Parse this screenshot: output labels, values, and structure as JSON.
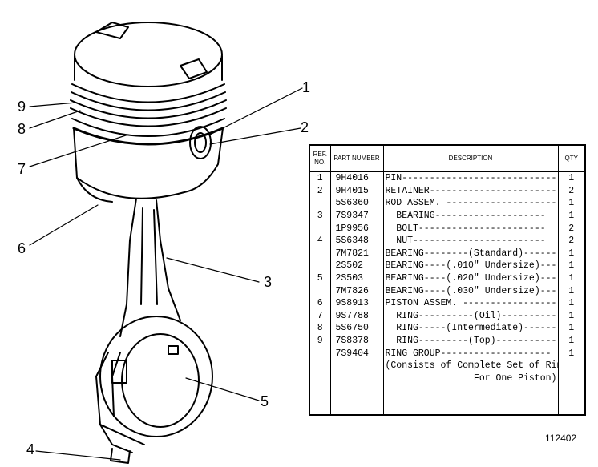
{
  "callouts": [
    "1",
    "2",
    "3",
    "4",
    "5",
    "6",
    "7",
    "8",
    "9"
  ],
  "table": {
    "headers": {
      "ref": "REF. NO.",
      "part": "PART NUMBER",
      "desc": "DESCRIPTION",
      "qty": "QTY"
    },
    "rows": [
      {
        "ref": "1",
        "part": "9H4016",
        "desc": "PIN-----------------------------",
        "qty": "1"
      },
      {
        "ref": "2",
        "part": "9H4015",
        "desc": "RETAINER------------------------",
        "qty": "2"
      },
      {
        "ref": "",
        "part": "5S6360",
        "desc": "ROD ASSEM. ---------------------",
        "qty": "1"
      },
      {
        "ref": "3",
        "part": "7S9347",
        "desc": "  BEARING--------------------",
        "qty": "1"
      },
      {
        "ref": "",
        "part": "1P9956",
        "desc": "  BOLT-----------------------",
        "qty": "2"
      },
      {
        "ref": "4",
        "part": "5S6348",
        "desc": "  NUT------------------------",
        "qty": "2"
      },
      {
        "ref": "",
        "part": "7M7821",
        "desc": "BEARING--------(Standard)-------",
        "qty": "1"
      },
      {
        "ref": "",
        "part": "2S502",
        "desc": "BEARING----(.010\" Undersize)----",
        "qty": "1"
      },
      {
        "ref": "5",
        "part": "2S503",
        "desc": "BEARING----(.020\" Undersize)----",
        "qty": "1"
      },
      {
        "ref": "",
        "part": "7M7826",
        "desc": "BEARING----(.030\" Undersize)----",
        "qty": "1"
      },
      {
        "ref": "6",
        "part": "9S8913",
        "desc": "PISTON ASSEM. ------------------",
        "qty": "1"
      },
      {
        "ref": "7",
        "part": "9S7788",
        "desc": "  RING----------(Oil)----------",
        "qty": "1"
      },
      {
        "ref": "8",
        "part": "5S6750",
        "desc": "  RING-----(Intermediate)------",
        "qty": "1"
      },
      {
        "ref": "9",
        "part": "7S8378",
        "desc": "  RING---------(Top)-----------",
        "qty": "1"
      },
      {
        "ref": "",
        "part": "7S9404",
        "desc": "RING GROUP--------------------",
        "qty": "1"
      },
      {
        "ref": "",
        "part": "",
        "desc": "(Consists of Complete Set of Rings",
        "qty": ""
      },
      {
        "ref": "",
        "part": "",
        "desc": "                For One Piston)",
        "qty": ""
      }
    ]
  },
  "figure_number": "112402"
}
